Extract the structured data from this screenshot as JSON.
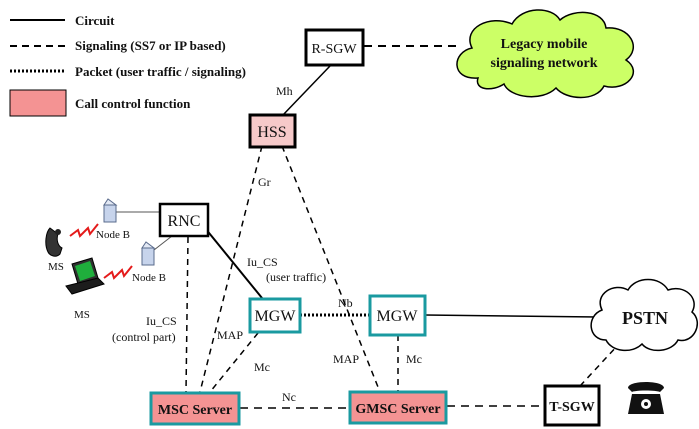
{
  "legend": {
    "circuit": "Circuit",
    "signaling": "Signaling (SS7 or IP based)",
    "packet": "Packet (user traffic / signaling)",
    "call_control": "Call control function"
  },
  "nodes": {
    "rsgw": "R-SGW",
    "hss": "HSS",
    "rnc": "RNC",
    "mgw1": "MGW",
    "mgw2": "MGW",
    "msc": "MSC Server",
    "gmsc": "GMSC Server",
    "tsgw": "T-SGW",
    "pstn": "PSTN",
    "legacy_line1": "Legacy mobile",
    "legacy_line2": "signaling network"
  },
  "links": {
    "mh": "Mh",
    "gr": "Gr",
    "iu_cs_user_1": "Iu_CS",
    "iu_cs_user_2": "(user traffic)",
    "iu_cs_ctrl_1": "Iu_CS",
    "iu_cs_ctrl_2": "(control part)",
    "nb": "Nb",
    "map_left": "MAP",
    "map_right": "MAP",
    "mc_left": "Mc",
    "mc_right": "Mc",
    "nc": "Nc"
  },
  "devices": {
    "nodeb1": "Node B",
    "nodeb2": "Node B",
    "ms1": "MS",
    "ms2": "MS"
  },
  "colors": {
    "call_control_fill": "#f49393",
    "hss_fill": "#f6c9c9",
    "teal_border": "#1a9aa0",
    "cloud_green": "#ccff66"
  }
}
